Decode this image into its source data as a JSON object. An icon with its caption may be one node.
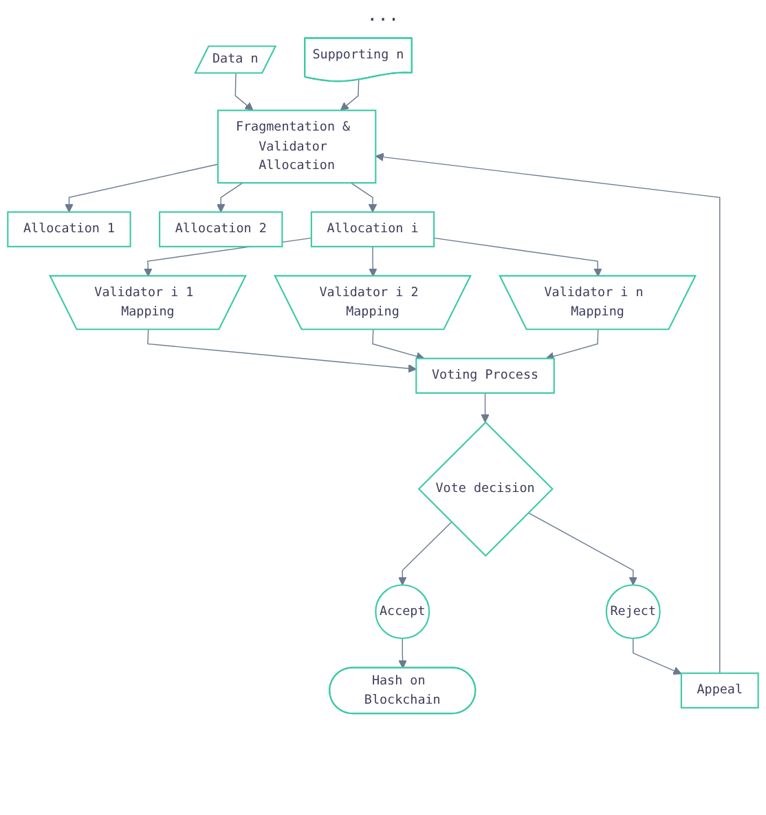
{
  "diagram": {
    "nodes": [
      {
        "text": [
          "Data n"
        ]
      },
      {
        "text": [
          "Supporting n"
        ]
      },
      {
        "text": [
          "Fragmentation & Validator Allocation"
        ]
      },
      {
        "text": [
          "Allocation 1"
        ]
      },
      {
        "text": [
          "Allocation 2"
        ]
      },
      {
        "text": [
          "Allocation i"
        ]
      },
      {
        "text": [
          "Validator i 1 Mapping"
        ]
      },
      {
        "text": [
          "Validator i 2 Mapping"
        ]
      },
      {
        "text": [
          "Validator i n Mapping"
        ]
      },
      {
        "text": [
          "Voting Process"
        ]
      },
      {
        "text": [
          "Vote decision"
        ]
      },
      {
        "text": [
          "Accept"
        ]
      },
      {
        "text": [
          "Hash on Blockchain"
        ]
      },
      {
        "text": [
          "Reject"
        ]
      },
      {
        "text": [
          "Appeal"
        ]
      }
    ],
    "edges": [
      {
        "from": 0,
        "to": 2,
        "arrow": "to"
      },
      {
        "from": 1,
        "to": 2,
        "arrow": "to"
      },
      {
        "from": 2,
        "to": 3,
        "arrow": "to"
      },
      {
        "from": 2,
        "to": 4,
        "arrow": "to"
      },
      {
        "from": 2,
        "to": 5,
        "arrow": "to"
      },
      {
        "from": 5,
        "to": 6,
        "arrow": "to"
      },
      {
        "from": 5,
        "to": 7,
        "arrow": "to"
      },
      {
        "from": 5,
        "to": 8,
        "arrow": "to"
      },
      {
        "from": 6,
        "to": 9,
        "arrow": "to"
      },
      {
        "from": 7,
        "to": 9,
        "arrow": "to"
      },
      {
        "from": 8,
        "to": 9,
        "arrow": "to"
      },
      {
        "from": 9,
        "to": 10,
        "arrow": "to"
      },
      {
        "from": 10,
        "to": 11,
        "arrow": "to"
      },
      {
        "from": 11,
        "to": 12,
        "arrow": "to"
      },
      {
        "from": 10,
        "to": 13,
        "arrow": "to"
      },
      {
        "from": 13,
        "to": 14,
        "arrow": "to"
      },
      {
        "from": 14,
        "to": 2,
        "arrow": "to"
      }
    ],
    "labels": [
      "..."
    ]
  }
}
